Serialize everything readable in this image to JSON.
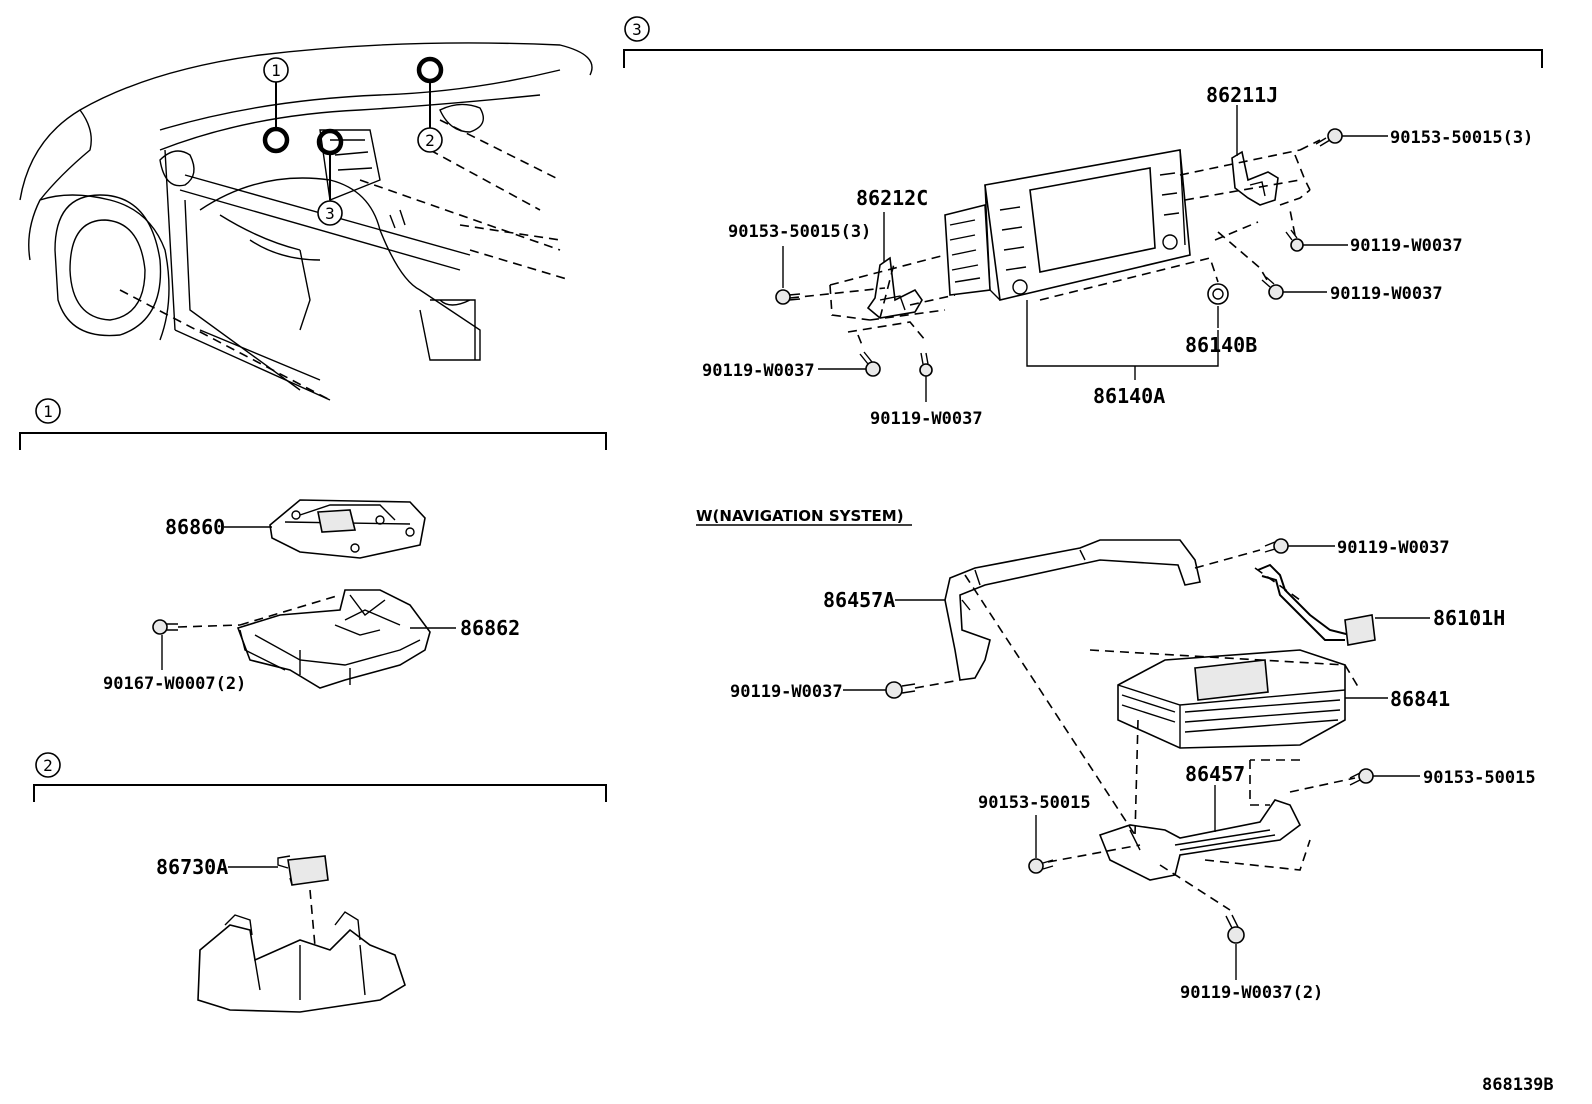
{
  "callouts": [
    "1",
    "2",
    "3"
  ],
  "sections": {
    "s1": {
      "number": "1"
    },
    "s2": {
      "number": "2"
    },
    "s3": {
      "number": "3"
    }
  },
  "parts": {
    "p86211J": "86211J",
    "p90153_3_top": "90153-50015(3)",
    "p86212C": "86212C",
    "p90153_3_left": "90153-50015(3)",
    "p90119_r1": "90119-W0037",
    "p90119_r2": "90119-W0037",
    "p86140B": "86140B",
    "p86140A": "86140A",
    "p90119_l1": "90119-W0037",
    "p90119_l2": "90119-W0037",
    "p86860": "86860",
    "p86862": "86862",
    "p90167": "90167-W0007(2)",
    "p86730A": "86730A",
    "nav_heading": "W(NAVIGATION SYSTEM)",
    "p90119_n1": "90119-W0037",
    "p86101H": "86101H",
    "p86457A": "86457A",
    "p90119_n2": "90119-W0037",
    "p86841": "86841",
    "p86457": "86457",
    "p90153_n1": "90153-50015",
    "p90153_n2": "90153-50015",
    "p90119_n3": "90119-W0037(2)"
  },
  "diagram_code": "868139B"
}
